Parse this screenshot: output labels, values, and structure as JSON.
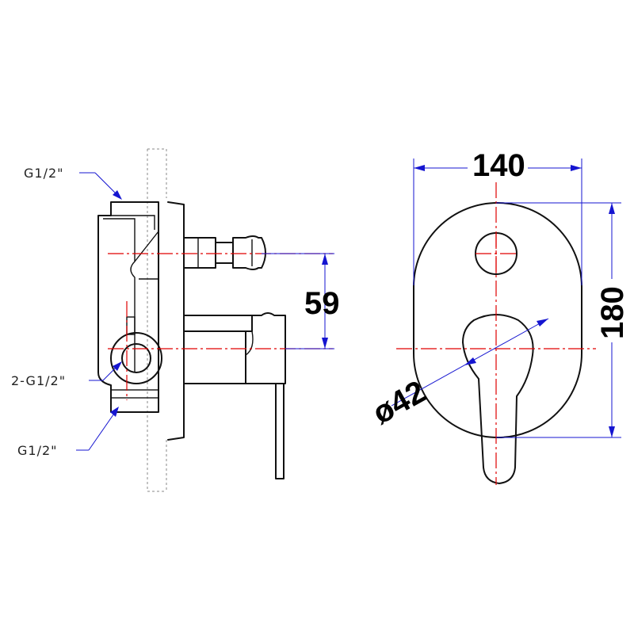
{
  "dimensions": {
    "width": "140",
    "height": "180",
    "offset": "59",
    "diameter": "ø42"
  },
  "callouts": {
    "top_inlet": "G1/2\"",
    "side_outlet": "2-G1/2\"",
    "bottom_inlet": "G1/2\""
  },
  "colors": {
    "dimension_line": "#1515d0",
    "center_line": "#e00000",
    "outline": "#111111"
  }
}
